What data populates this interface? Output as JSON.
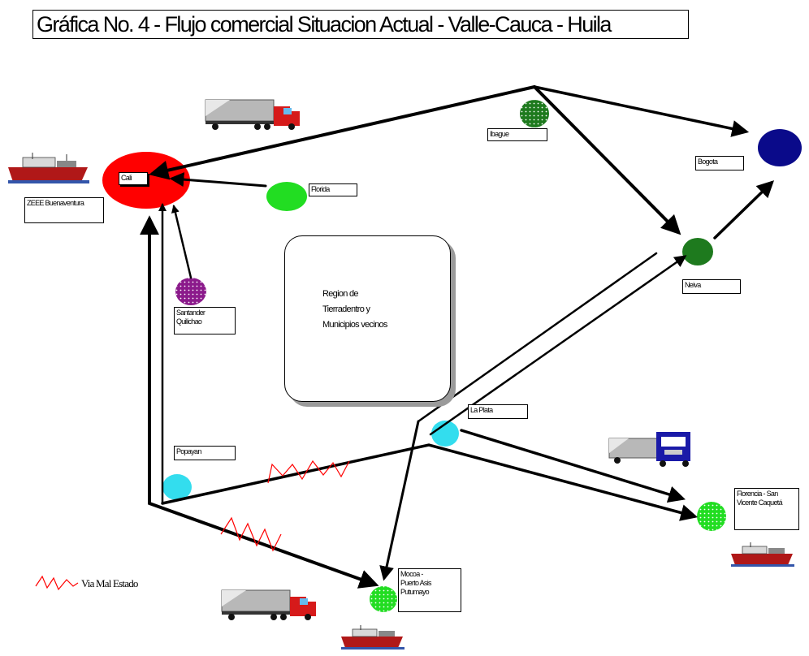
{
  "title": "Gráfica No. 4 - Flujo comercial Situacion Actual - Valle-Cauca - Huila",
  "center_region": {
    "text": "Region de\nTierradentro y\nMunicipios vecinos"
  },
  "nodes": {
    "cali": {
      "label": "Cali",
      "color": "#ff0000"
    },
    "bogota": {
      "label": "Bogota",
      "color": "#0a0a8a"
    },
    "ibague": {
      "label": "Ibague",
      "color": "#1e7a1e"
    },
    "florida": {
      "label": "Florida",
      "color": "#22dd22"
    },
    "santander": {
      "label": "Santander\nQuilichao",
      "color": "#8b1a8b"
    },
    "neiva": {
      "label": "Neiva",
      "color": "#1e7a1e"
    },
    "laplata": {
      "label": "La Plata",
      "color": "#33ddee"
    },
    "popayan": {
      "label": "Popayan",
      "color": "#33ddee"
    },
    "florencia": {
      "label": "Florencia - San\nVicente Caquetá",
      "color": "#22dd22"
    },
    "mocoa": {
      "label": "Mocoa -\nPuerto Asis\nPutumayo",
      "color": "#22dd22"
    }
  },
  "port_label": "ZEEE Buenaventura",
  "legend": {
    "text": "Via Mal Estado",
    "color": "#ff0000"
  },
  "icons": {
    "truck": "truck-icon",
    "boat": "boat-icon"
  }
}
